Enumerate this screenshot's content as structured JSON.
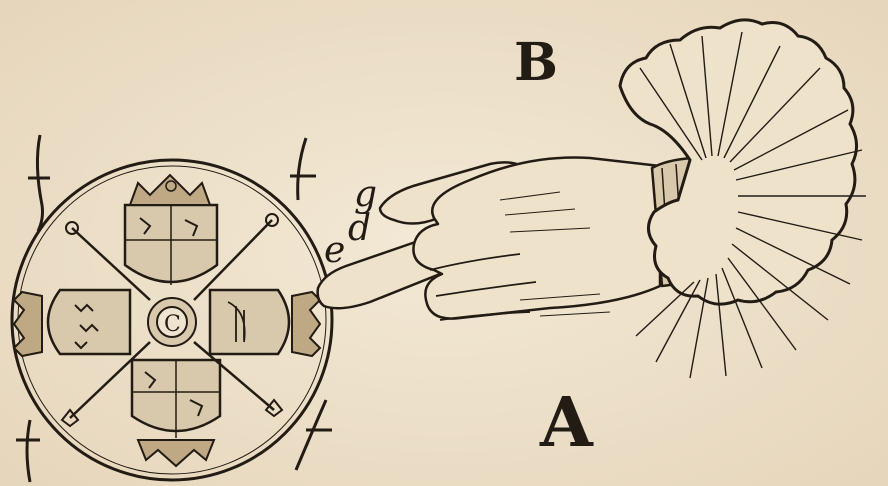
{
  "engraving": {
    "coin": {
      "center_letter": "C"
    },
    "letters": {
      "label_b": "B",
      "label_a": "A",
      "label_g": "g",
      "label_e": "e",
      "label_d": "d"
    }
  },
  "colors": {
    "paper": "#efe4d0",
    "ink": "#231c14"
  }
}
